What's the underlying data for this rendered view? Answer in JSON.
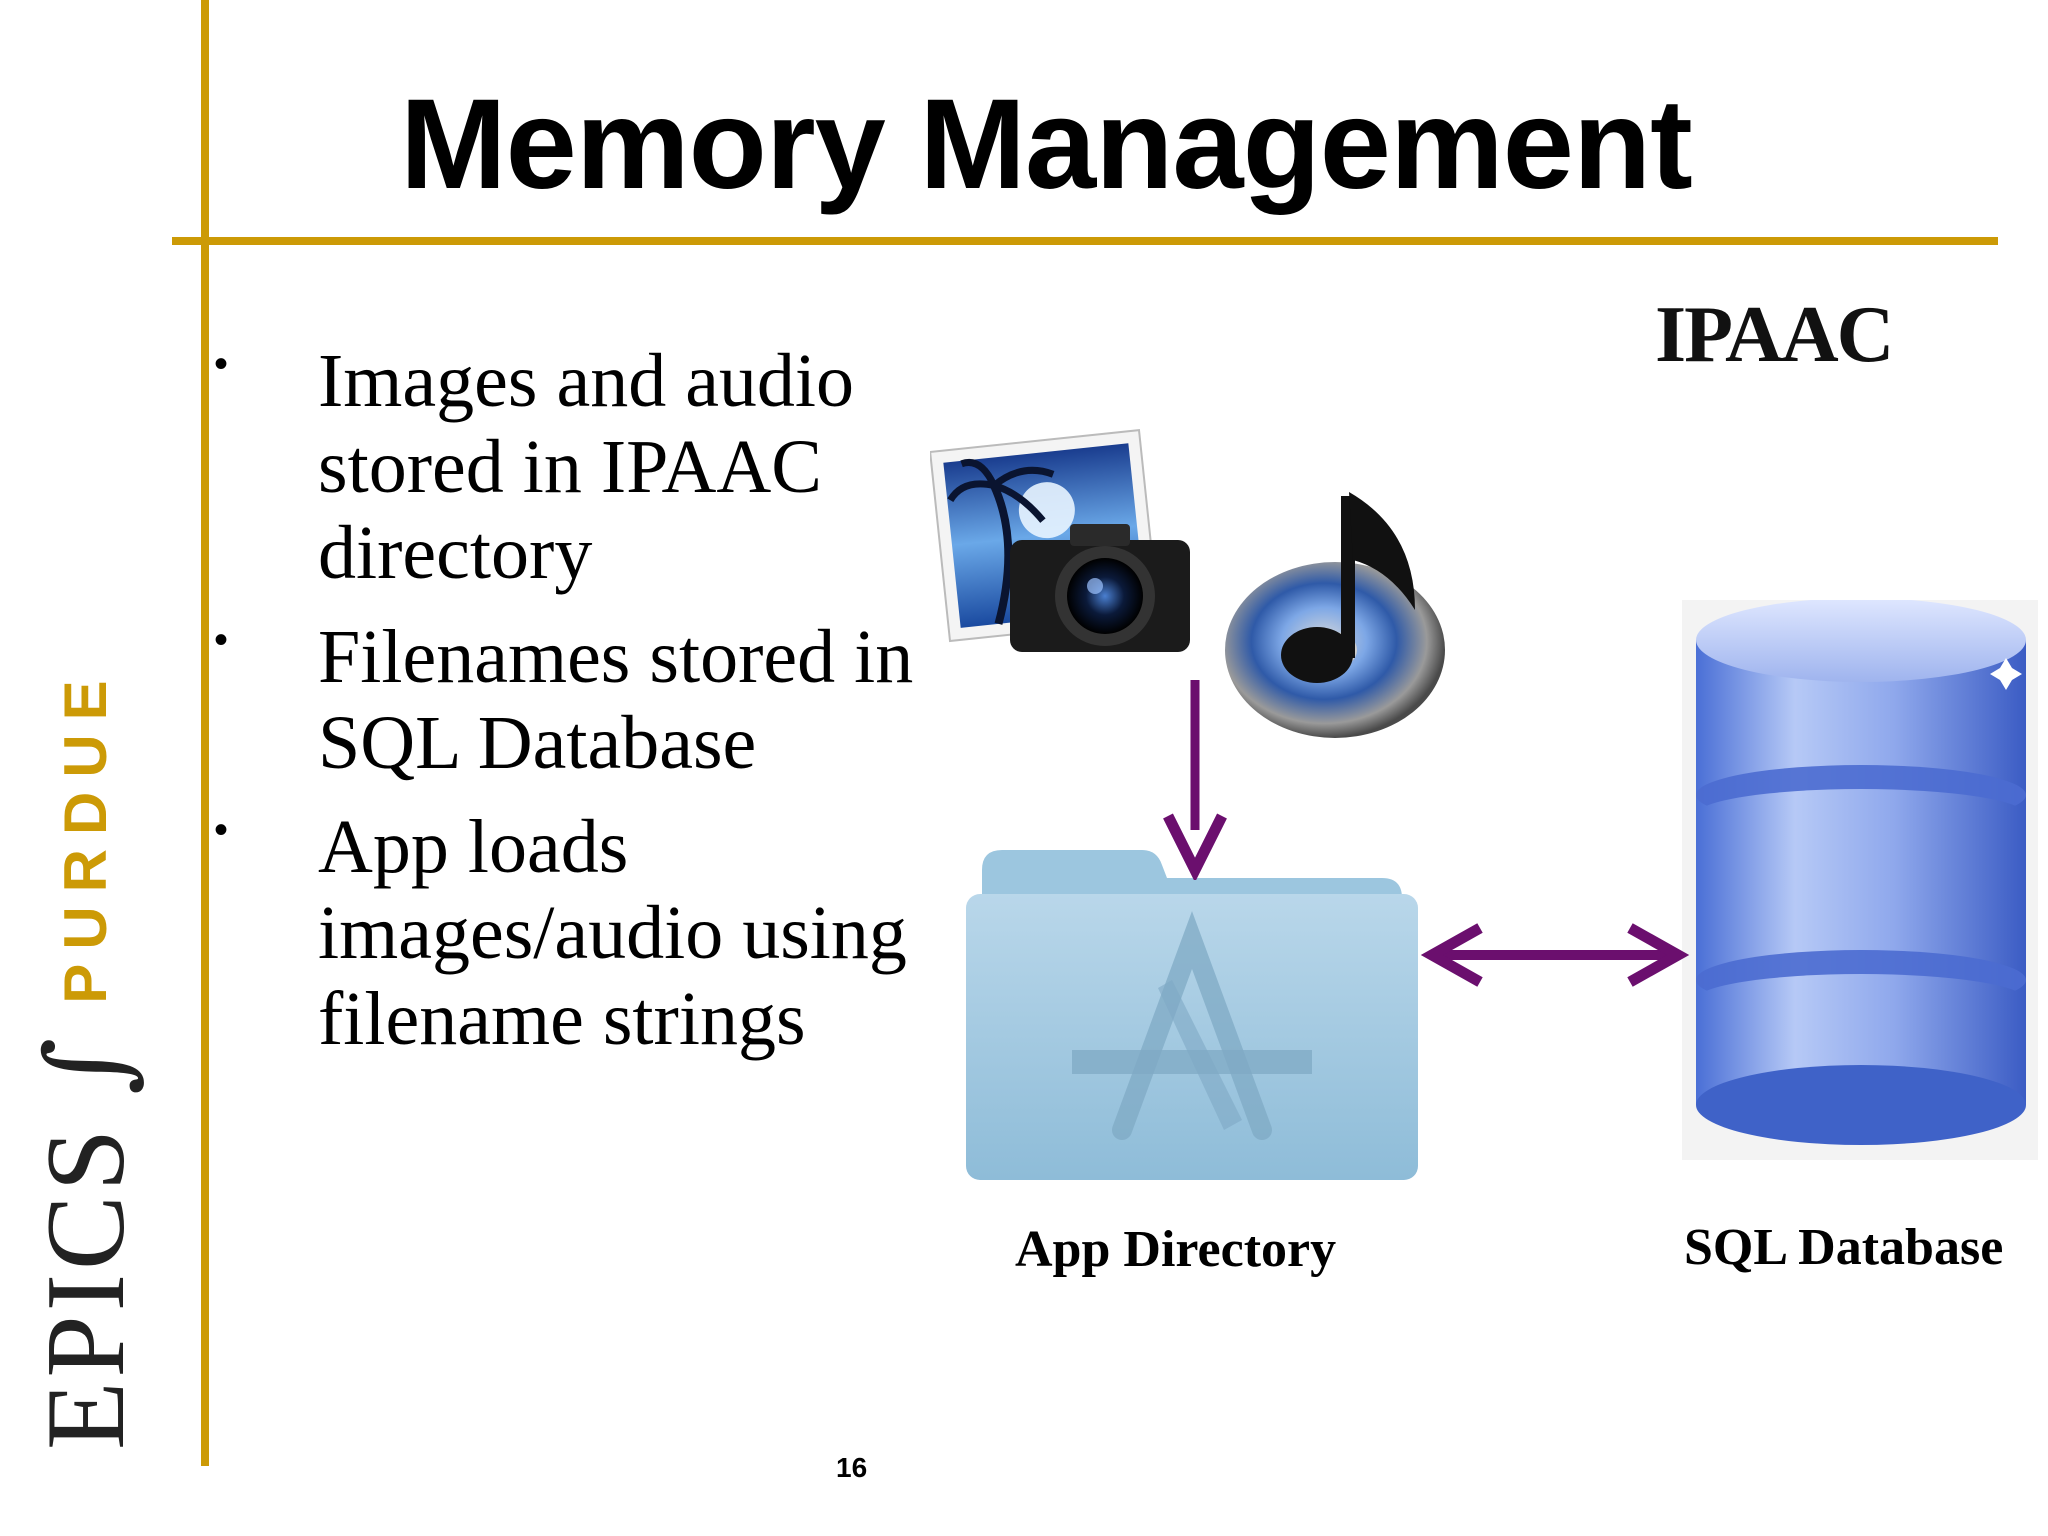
{
  "slide": {
    "title": "Memory Management",
    "page_number": "16"
  },
  "branding": {
    "epics": "EPICS",
    "integral": "∫",
    "purdue": "PURDUE",
    "logo": "IPAAC",
    "accent_color": "#cc9a06",
    "arrow_color": "#6b0f6e"
  },
  "bullets": [
    {
      "text": "Images and audio stored in IPAAC directory"
    },
    {
      "text": "Filenames stored in SQL Database"
    },
    {
      "text": "App loads images/audio using filename strings"
    }
  ],
  "diagram": {
    "labels": {
      "app_directory": "App Directory",
      "sql_database": "SQL Database"
    },
    "icons": [
      "photo-camera-icon",
      "music-note-icon",
      "app-folder-icon",
      "database-icon"
    ],
    "arrows": [
      {
        "from": "media",
        "to": "App Directory",
        "direction": "down"
      },
      {
        "from": "App Directory",
        "to": "SQL Database",
        "direction": "both"
      }
    ]
  }
}
